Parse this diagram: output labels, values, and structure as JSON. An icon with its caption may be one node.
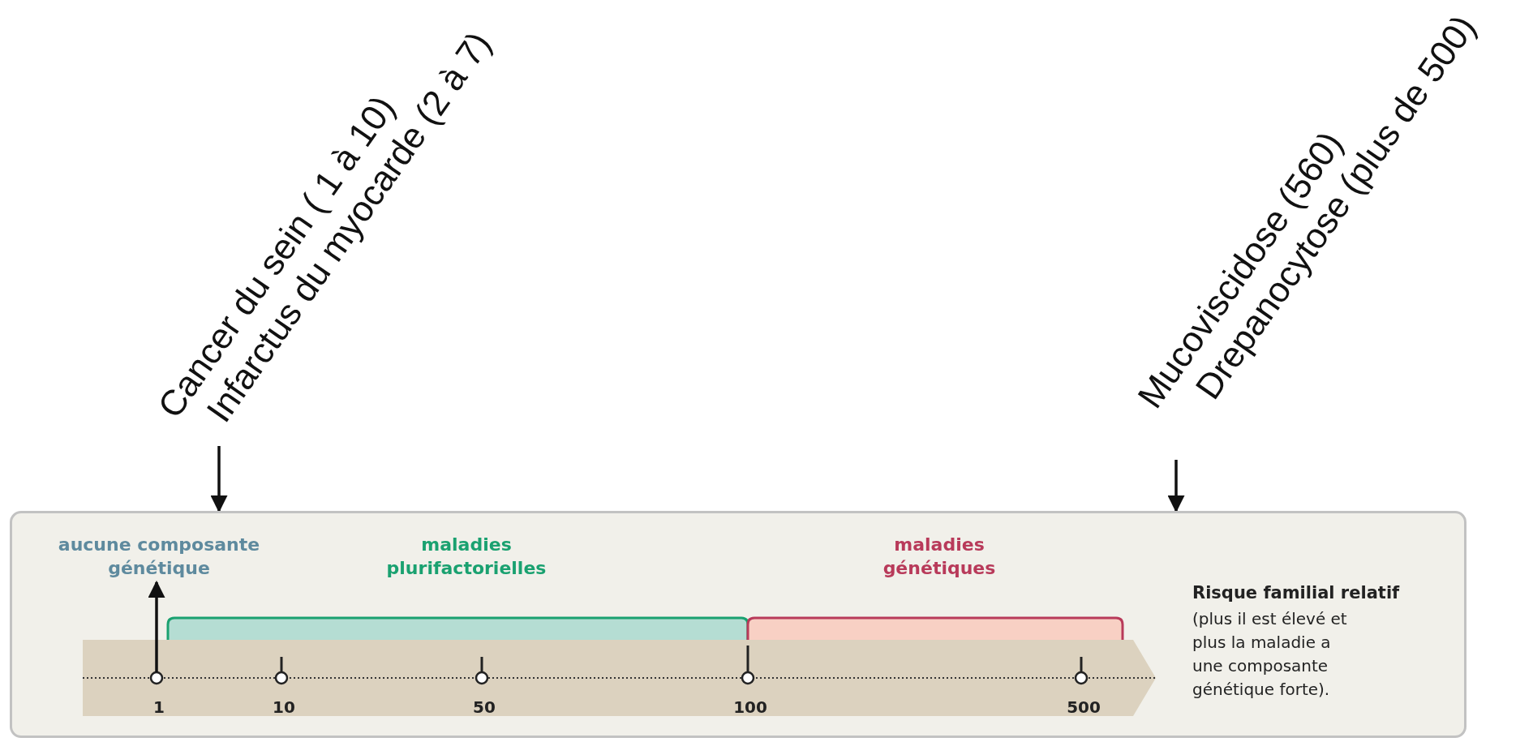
{
  "diagram": {
    "nodes": [
      {
        "text": [
          "Cancer du sein ( 1 à 10)",
          "Infarctus du myocarde (2 à 7)"
        ]
      },
      {
        "text": [
          "Mucoviscidose (560)",
          "Drepanocytose (plus de 500)"
        ]
      },
      {
        "text": [],
        "shape": "box"
      },
      {
        "text": [
          "maladies plurifactorielles"
        ],
        "in": 2
      },
      {
        "text": [
          "maladies génétiques"
        ],
        "in": 2
      },
      {
        "text": [],
        "shape": "bar",
        "in": 2
      },
      {
        "text": [
          "aucune composante génétique"
        ],
        "in": 2
      }
    ],
    "edges": [
      {
        "from": 0,
        "to": 2,
        "arrow": "to"
      },
      {
        "from": 1,
        "to": 2,
        "arrow": "to"
      },
      {
        "from": 5,
        "to": 6,
        "arrow": "to"
      }
    ],
    "labels": [
      "1",
      "10",
      "50",
      "100",
      "500",
      "Risque familial relatif",
      "(plus il est élevé et plus la maladie a une composante génétique forte)."
    ]
  }
}
